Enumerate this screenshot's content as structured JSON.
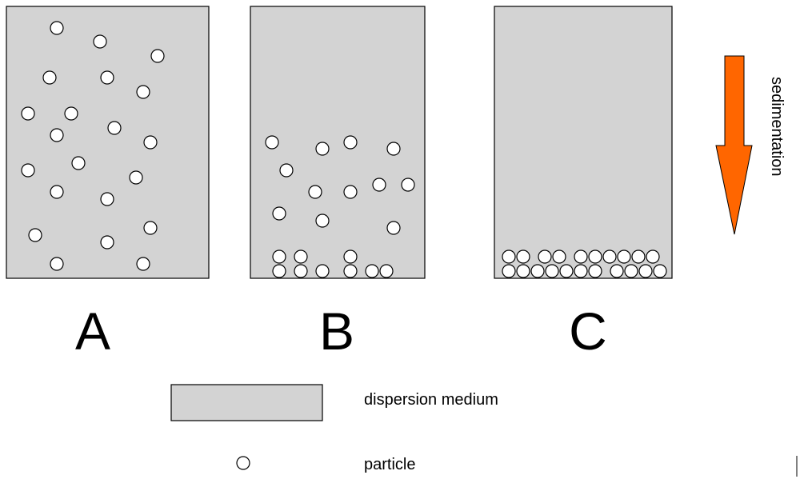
{
  "panels": [
    {
      "label": "A"
    },
    {
      "label": "B"
    },
    {
      "label": "C"
    }
  ],
  "arrow": {
    "label": "sedimentation",
    "color": "#ff6600"
  },
  "legend": {
    "medium_label": "dispersion medium",
    "particle_label": "particle"
  },
  "colors": {
    "medium": "#d3d3d3",
    "particle_fill": "#ffffff",
    "outline": "#000000",
    "arrow": "#ff6600"
  }
}
